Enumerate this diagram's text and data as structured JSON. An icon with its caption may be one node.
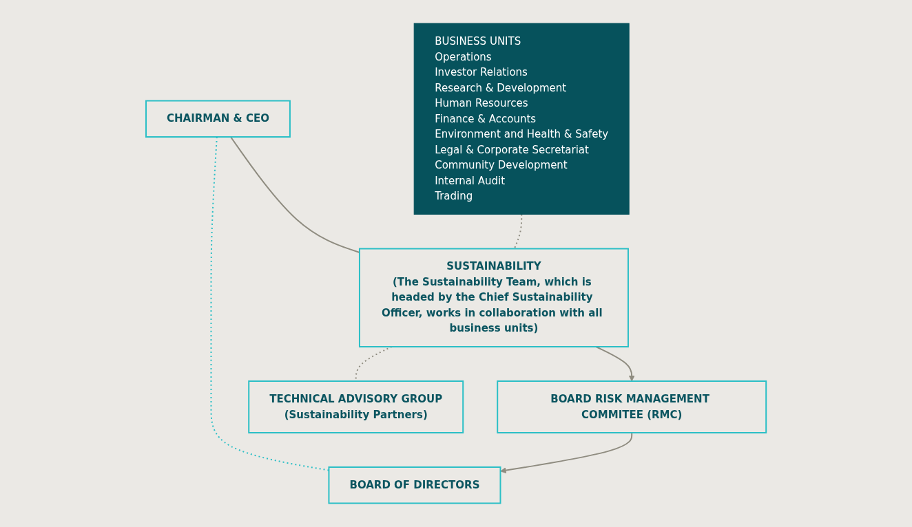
{
  "diagram": {
    "nodes": [
      {
        "text": [
          "CHAIRMAN & CEO"
        ]
      },
      {
        "text": [
          "BOARD OF DIRECTORS"
        ]
      },
      {
        "text": [
          "BOARD RISK MANAGEMENT COMMITEE (RMC)"
        ]
      },
      {
        "text": [
          "BUSINESS UNITS",
          "Operations",
          "Investor Relations",
          "Research & Development",
          "Human Resources",
          "Finance & Accounts",
          "Environment and Health & Safety",
          "Legal & Corporate Secretariat",
          "Community Development",
          "Internal Audit",
          "Trading"
        ]
      },
      {
        "text": [
          "SUSTAINABILITY",
          "(The Sustainability Team, which is headed by the Chief Sustainability Officer, works in collaboration with all business units)"
        ]
      },
      {
        "text": [
          "TECHNICAL ADVISORY GROUP",
          "(Sustainability Partners)"
        ]
      }
    ],
    "edges": [
      {
        "from": 0,
        "to": 1,
        "arrow": "none",
        "style": "dashed",
        "color": "#2bbfc6"
      },
      {
        "from": 2,
        "to": 1,
        "arrow": "to"
      },
      {
        "from": 0,
        "to": 4,
        "arrow": "none"
      },
      {
        "from": 4,
        "to": 2,
        "arrow": "to"
      },
      {
        "from": 3,
        "to": 4,
        "arrow": "none",
        "style": "dashed"
      },
      {
        "from": 4,
        "to": 5,
        "arrow": "none",
        "style": "dashed"
      }
    ]
  }
}
